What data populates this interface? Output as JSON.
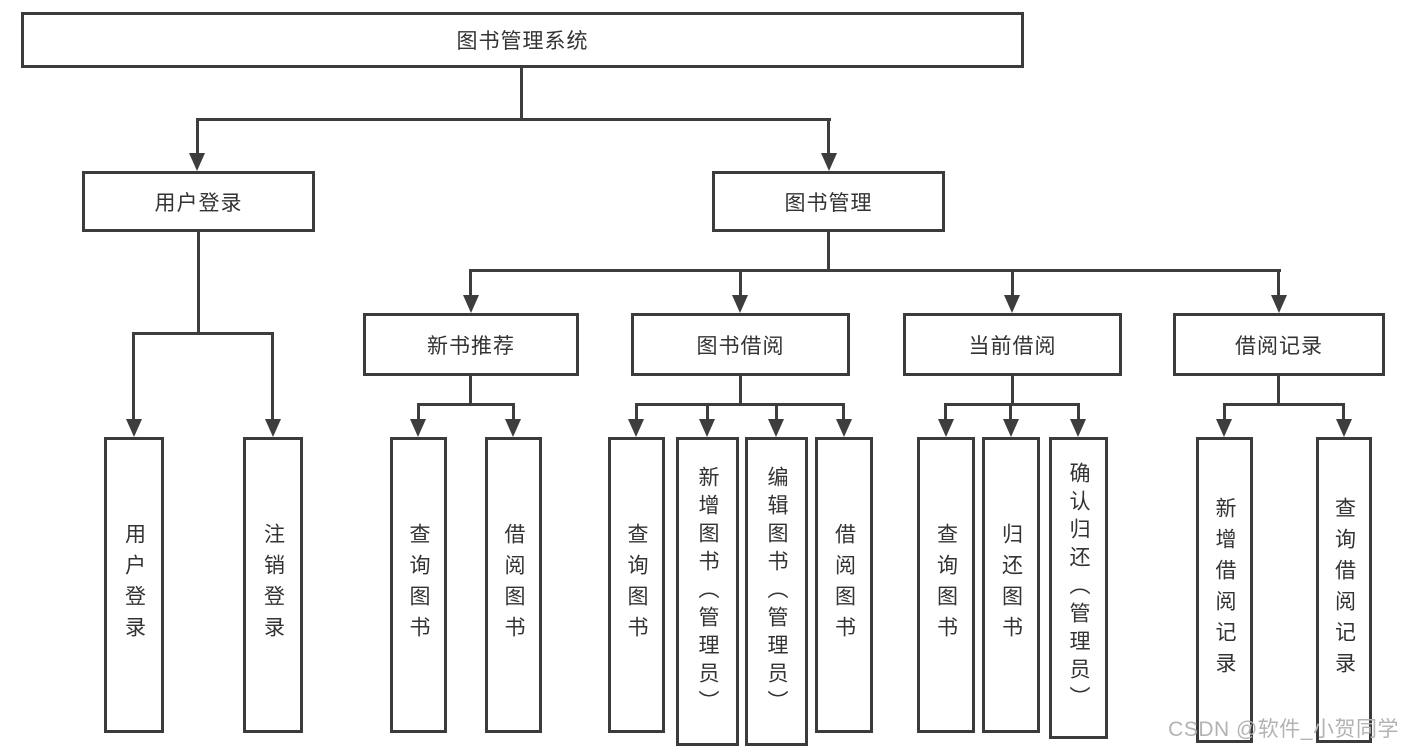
{
  "tree": {
    "root": "图书管理系统",
    "user_login": {
      "label": "用户登录",
      "children": [
        "用户登录",
        "注销登录"
      ]
    },
    "book_mgmt": {
      "label": "图书管理",
      "sections": {
        "new_rec": {
          "label": "新书推荐",
          "children": [
            "查询图书",
            "借阅图书"
          ]
        },
        "borrow": {
          "label": "图书借阅",
          "children": [
            "查询图书",
            "新增图书（管理员）",
            "编辑图书（管理员）",
            "借阅图书"
          ]
        },
        "current": {
          "label": "当前借阅",
          "children": [
            "查询图书",
            "归还图书",
            "确认归还（管理员）"
          ]
        },
        "records": {
          "label": "借阅记录",
          "children": [
            "新增借阅记录",
            "查询借阅记录"
          ]
        }
      }
    }
  },
  "watermark": "CSDN @软件_小贺同学",
  "colors": {
    "line": "#3d3d3d",
    "border": "#3b3b3b",
    "text": "#333333",
    "watermark": "#b3b3b3"
  }
}
